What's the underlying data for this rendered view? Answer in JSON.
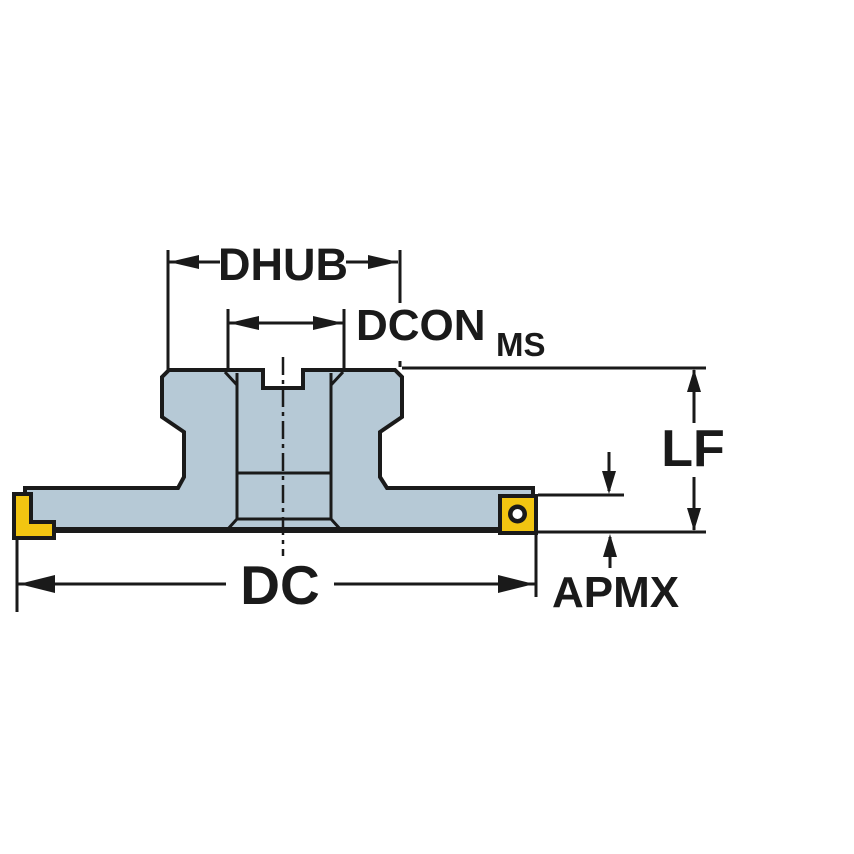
{
  "labels": {
    "dhub": "DHUB",
    "dcon": "DCON",
    "dcon_sub": "MS",
    "lf": "LF",
    "dc": "DC",
    "apmx": "APMX"
  },
  "colors": {
    "line": "#1a1a1a",
    "body_fill": "#b6c9d6",
    "insert_fill": "#f2c511",
    "insert_hole": "#ffffff",
    "background": "#ffffff"
  }
}
